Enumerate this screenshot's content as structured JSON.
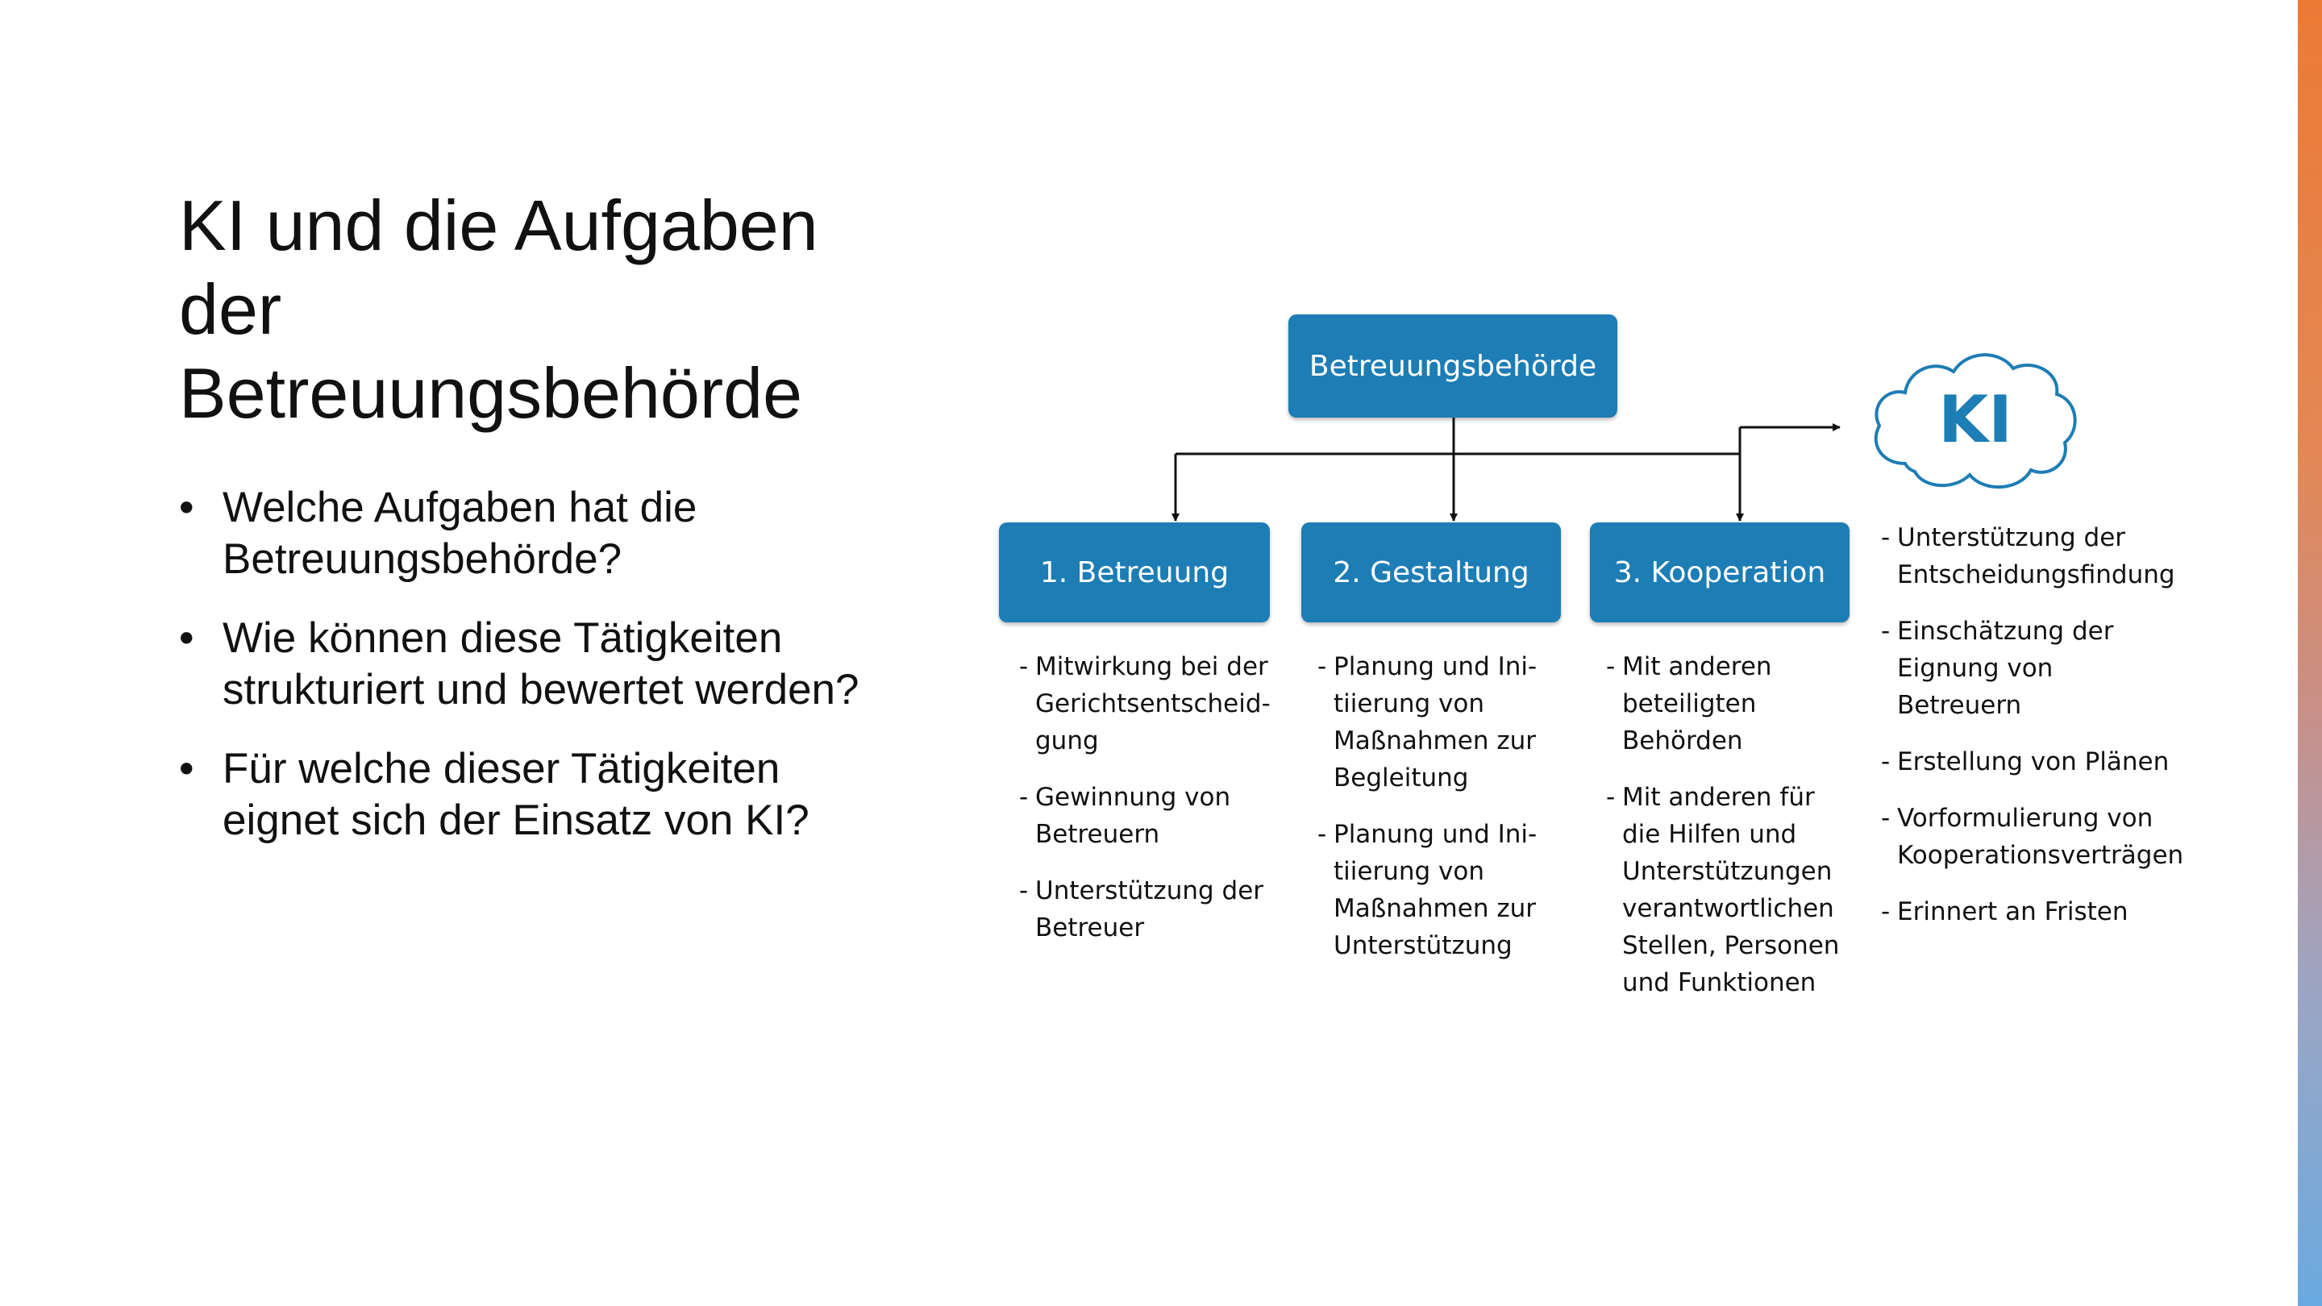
{
  "title": "KI und die Aufgaben der Betreuungsbehörde",
  "bullets": [
    "Welche Aufgaben hat die Betreuungsbehörde?",
    "Wie können diese Tätigkeiten strukturiert und bewertet werden?",
    "Für welche dieser Tätigkeiten eignet sich der Einsatz von KI?"
  ],
  "bullet_symbol": "•",
  "dash_symbol": "-",
  "diagram": {
    "root": "Betreuungsbehörde",
    "ki_label": "KI",
    "categories": [
      {
        "label": "1. Betreuung",
        "items": [
          "Mitwirkung bei der Gerichtsentscheid-gung",
          "Gewinnung von Betreuern",
          "Unterstützung der Betreuer"
        ]
      },
      {
        "label": "2. Gestaltung",
        "items": [
          "Planung und Ini-tiierung von Maßnahmen zur Begleitung",
          "Planung und Ini-tiierung von Maßnahmen zur Unterstützung"
        ]
      },
      {
        "label": "3. Kooperation",
        "items": [
          "Mit anderen beteiligten Behörden",
          "Mit anderen für die Hilfen und Unterstützungen verantwortlichen Stellen, Personen und Funktionen"
        ]
      }
    ],
    "ki_items": [
      "Unterstützung der Entscheidungsfindung",
      "Einschätzung der Eignung von Betreuern",
      "Erstellung von Plänen",
      "Vorformulierung von Kooperationsverträgen",
      "Erinnert an Fristen"
    ]
  },
  "colors": {
    "box_fill": "#1d7db5",
    "box_text": "#ffffff",
    "ki_text": "#1d7db5",
    "accent_top": "#ec7a35",
    "accent_bottom": "#6aaae0"
  }
}
